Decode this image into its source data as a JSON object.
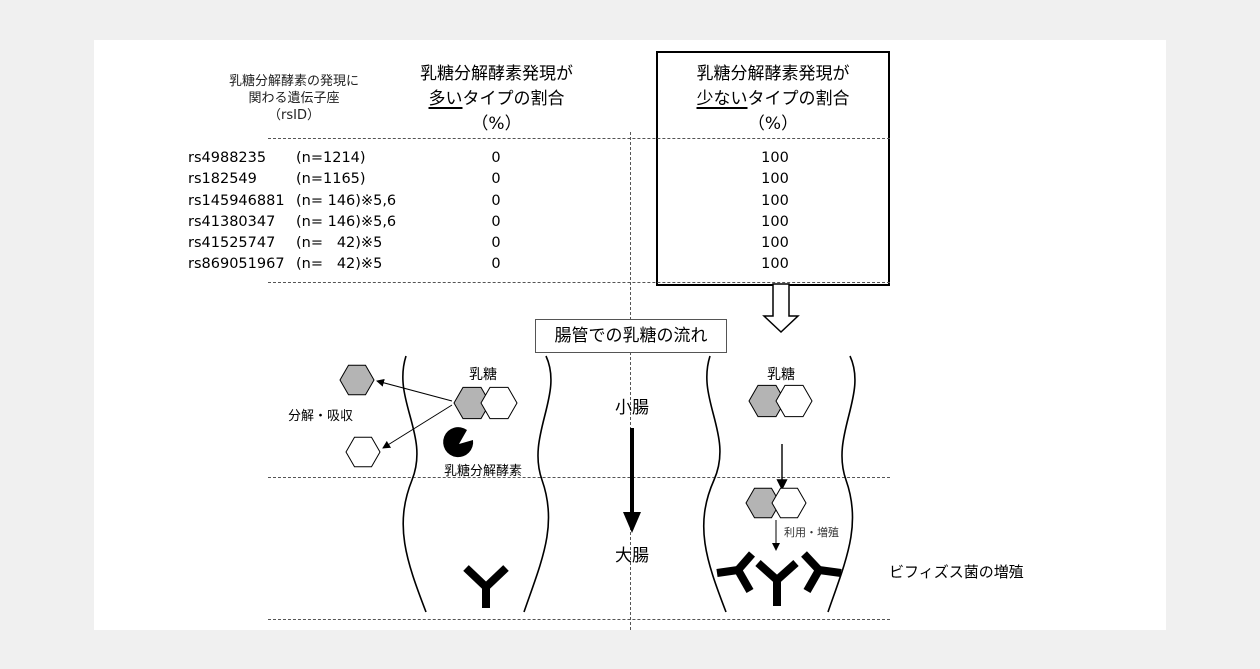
{
  "table": {
    "gene_header": [
      "乳糖分解酵素の発現に",
      "関わる遺伝子座",
      "（rsID）"
    ],
    "high_header": {
      "line1": "乳糖分解酵素発現が",
      "emph": "多い",
      "rest": "タイプの割合",
      "unit": "（%）"
    },
    "low_header": {
      "line1": "乳糖分解酵素発現が",
      "emph": "少ない",
      "rest": "タイプの割合",
      "unit": "（%）"
    },
    "rows": [
      {
        "id": "rs4988235",
        "n": "(n=1214)",
        "high": "0",
        "low": "100"
      },
      {
        "id": "rs182549",
        "n": "(n=1165)",
        "high": "0",
        "low": "100"
      },
      {
        "id": "rs145946881",
        "n": "(n= 146)※5,6",
        "high": "0",
        "low": "100"
      },
      {
        "id": "rs41380347",
        "n": "(n= 146)※5,6",
        "high": "0",
        "low": "100"
      },
      {
        "id": "rs41525747",
        "n": "(n=   42)※5",
        "high": "0",
        "low": "100"
      },
      {
        "id": "rs869051967",
        "n": "(n=   42)※5",
        "high": "0",
        "low": "100"
      }
    ]
  },
  "diagram": {
    "title": "腸管での乳糖の流れ",
    "left": {
      "lactose": "乳糖",
      "digest_absorb": "分解・吸収",
      "enzyme": "乳糖分解酵素"
    },
    "center": {
      "small_intestine": "小腸",
      "large_intestine": "大腸"
    },
    "right": {
      "lactose": "乳糖",
      "use_grow": "利用・増殖",
      "bifido": "ビフィズス菌の増殖"
    }
  },
  "colors": {
    "hex_fill_gray": "#b4b4b4",
    "dark": "#000000",
    "background": "#f0f0f0"
  }
}
